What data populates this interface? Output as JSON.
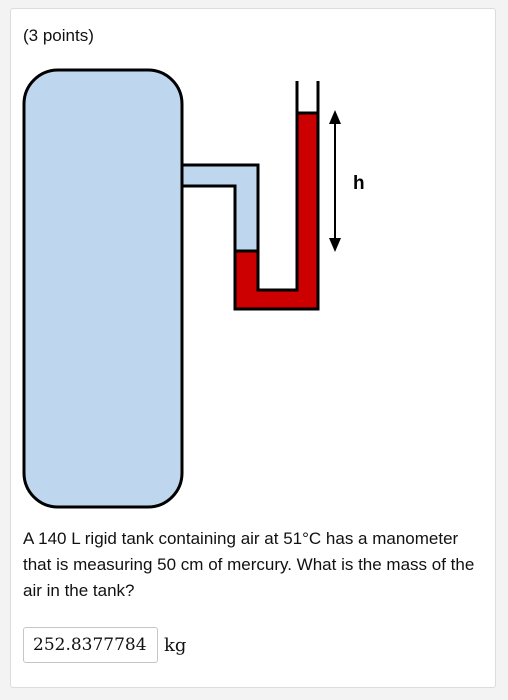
{
  "problem": {
    "points_label": "(3 points)",
    "question_text": "A 140 L rigid tank containing air at 51°C has a manometer that is measuring 50 cm of mercury. What is the mass of the air in the tank?",
    "answer_value": "252.8377784",
    "answer_unit": "kg"
  },
  "diagram": {
    "height_label": "h",
    "colors": {
      "tank_fill": "#bed6ee",
      "mercury_fill": "#cc0000",
      "outline": "#000000"
    }
  }
}
